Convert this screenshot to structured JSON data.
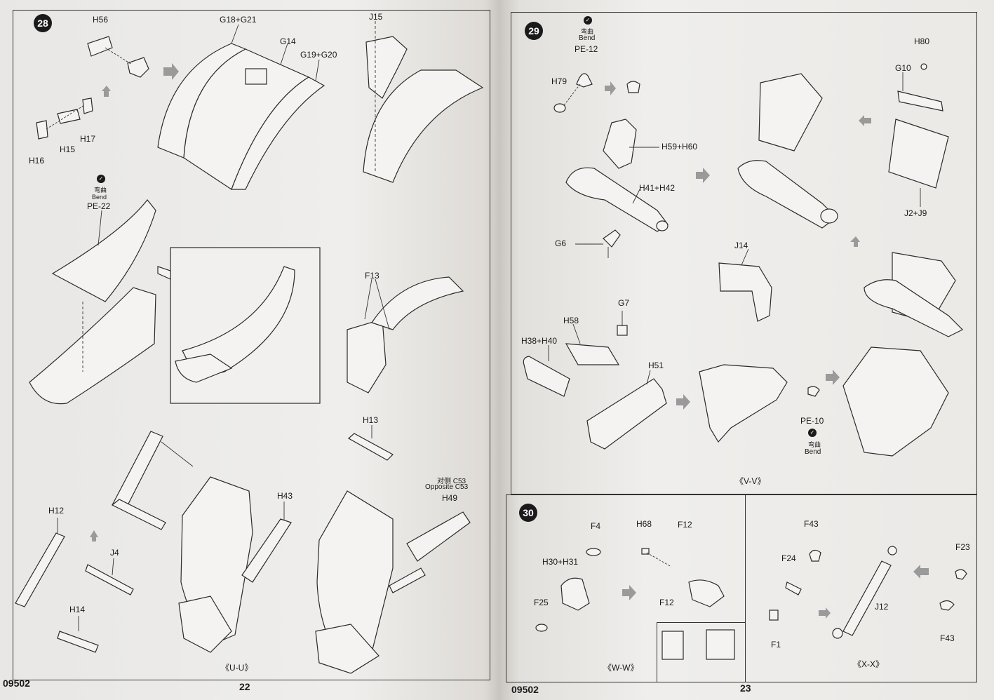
{
  "left_page": {
    "page_number": "22",
    "kit_code": "09502",
    "step28": {
      "number": "28",
      "labels": {
        "h56": "H56",
        "g18_g21": "G18+G21",
        "g14": "G14",
        "g19_g20": "G19+G20",
        "j15": "J15",
        "h17": "H17",
        "h15": "H15",
        "h16": "H16",
        "bend_cn": "弯曲",
        "bend_en": "Bend",
        "pe22": "PE-22",
        "f13": "F13",
        "h13": "H13",
        "opp_cn": "对侧 C53",
        "opp_en": "Opposite C53",
        "h49": "H49",
        "h12": "H12",
        "j4": "J4",
        "h14": "H14",
        "h43": "H43",
        "view": "《U-U》"
      }
    }
  },
  "right_page": {
    "page_number": "23",
    "kit_code": "09502",
    "step29": {
      "number": "29",
      "labels": {
        "bend_cn": "弯曲",
        "bend_en": "Bend",
        "pe12": "PE-12",
        "h79": "H79",
        "h59_h60": "H59+H60",
        "h41_h42": "H41+H42",
        "g6": "G6",
        "h80": "H80",
        "g10": "G10",
        "j2_j9": "J2+J9",
        "j14": "J14",
        "g7": "G7",
        "h58": "H58",
        "h38_h40": "H38+H40",
        "h51": "H51",
        "pe10": "PE-10",
        "bend2_cn": "弯曲",
        "bend2_en": "Bend",
        "view": "《V-V》"
      }
    },
    "step30": {
      "number": "30",
      "labels": {
        "f4": "F4",
        "h68": "H68",
        "f12a": "F12",
        "h30_h31": "H30+H31",
        "f25": "F25",
        "f12b": "F12",
        "view_w": "《W-W》",
        "f43a": "F43",
        "f24": "F24",
        "f23": "F23",
        "j12": "J12",
        "f1": "F1",
        "f43b": "F43",
        "view_x": "《X-X》"
      }
    }
  }
}
